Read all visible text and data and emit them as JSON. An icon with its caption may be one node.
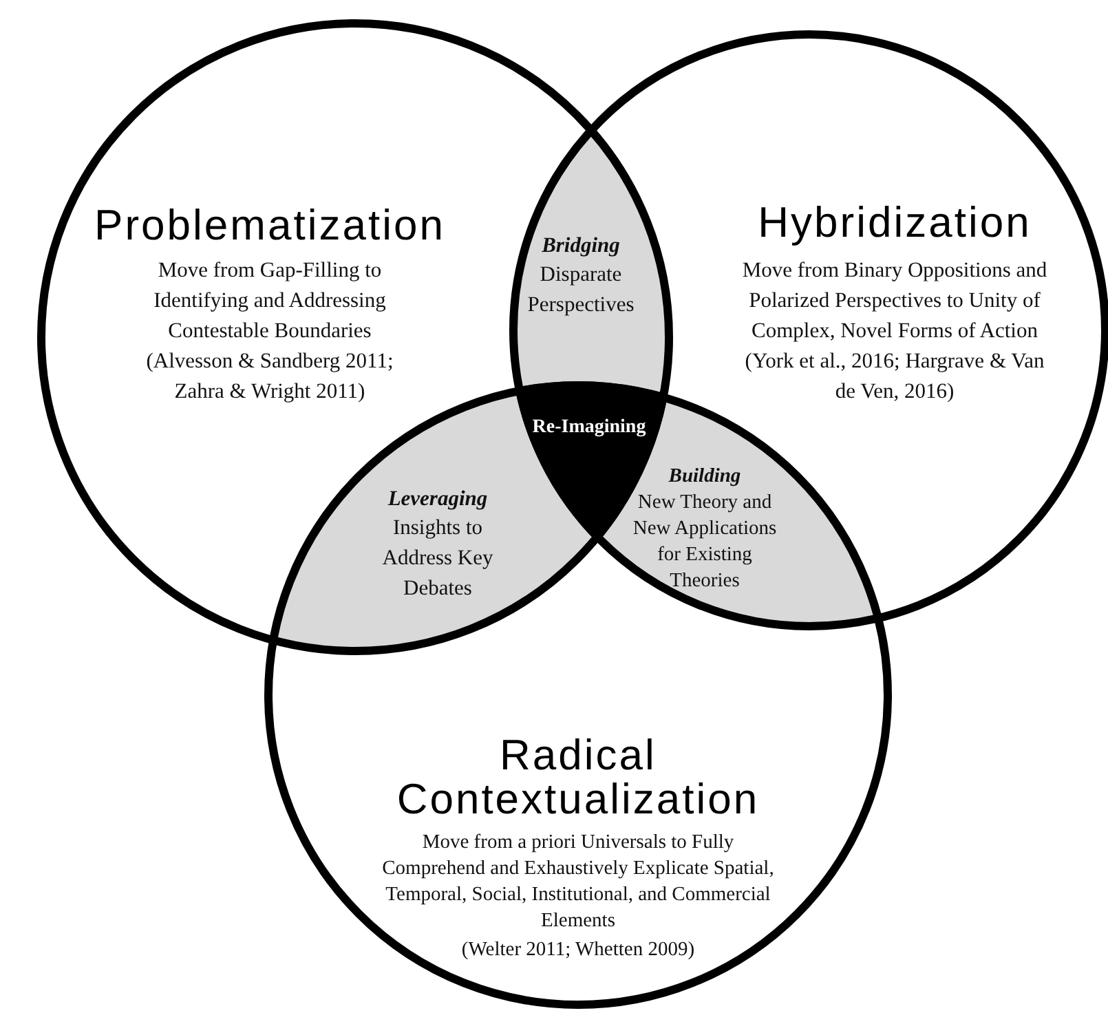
{
  "diagram": {
    "nodes": [
      {
        "text": [
          "Problematization",
          "Move from Gap-Filling to Identifying and Addressing Contestable Boundaries",
          "(Alvesson & Sandberg 2011; Zahra & Wright 2011)"
        ]
      },
      {
        "text": [
          "Hybridization",
          "Move from Binary Oppositions and Polarized Perspectives to Unity of Complex, Novel Forms of Action",
          "(York et al., 2016; Hargrave & Van de Ven, 2016)"
        ]
      },
      {
        "text": [
          "Bridging",
          "Disparate Perspectives"
        ]
      },
      {
        "text": [
          "Re-Imagining"
        ]
      },
      {
        "text": [
          "Leveraging",
          "Insights to Address Key Debates"
        ]
      },
      {
        "text": [
          "Building",
          "New Theory and New Applications for Existing Theories"
        ]
      },
      {
        "text": [
          "Radical Contextualization",
          "Move from a priori Universals to Fully Comprehend and Exhaustively Explicate Spatial, Temporal, Social, Institutional, and Commercial Elements",
          "(Welter 2011; Whetten 2009)"
        ]
      }
    ],
    "edges": []
  }
}
